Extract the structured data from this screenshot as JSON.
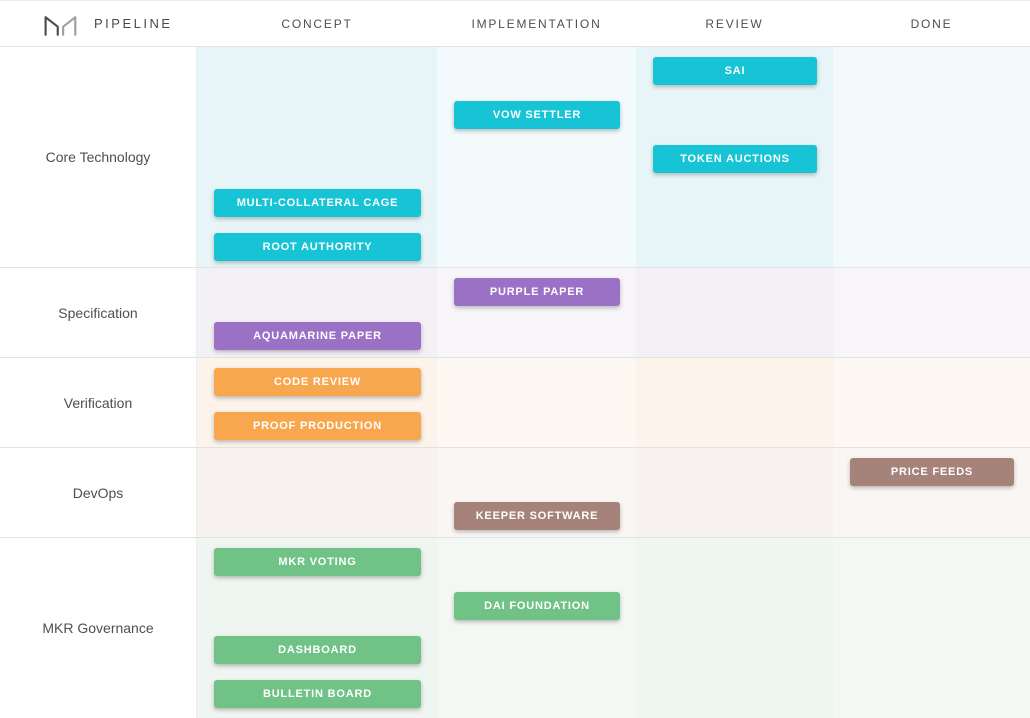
{
  "header": {
    "title": "PIPELINE",
    "columns": [
      "CONCEPT",
      "IMPLEMENTATION",
      "REVIEW",
      "DONE"
    ]
  },
  "palette": {
    "cyan": "#16c4d6",
    "cyan-bg-a": "#e8f5f8",
    "cyan-bg-b": "#f2fafc",
    "purple": "#9b71c6",
    "purple-bg-a": "#f3f1f5",
    "purple-bg-b": "#f7f5f9",
    "orange": "#f8a74f",
    "orange-bg-a": "#fcf3eb",
    "orange-bg-b": "#fdf8f2",
    "brown": "#a5837b",
    "brown-bg-a": "#f8f2f0",
    "brown-bg-b": "#faf6f4",
    "green": "#70c286",
    "green-bg-a": "#eff5f0",
    "green-bg-b": "#f4f8f4"
  },
  "board": {
    "rows": [
      {
        "label": "Core Technology",
        "color": "cyan",
        "cards": [
          {
            "label": "SAI",
            "column": "REVIEW",
            "slot": 0
          },
          {
            "label": "VOW SETTLER",
            "column": "IMPLEMENTATION",
            "slot": 1
          },
          {
            "label": "TOKEN AUCTIONS",
            "column": "REVIEW",
            "slot": 2
          },
          {
            "label": "MULTI-COLLATERAL CAGE",
            "column": "CONCEPT",
            "slot": 3
          },
          {
            "label": "ROOT AUTHORITY",
            "column": "CONCEPT",
            "slot": 4
          }
        ]
      },
      {
        "label": "Specification",
        "color": "purple",
        "cards": [
          {
            "label": "PURPLE PAPER",
            "column": "IMPLEMENTATION",
            "slot": 0
          },
          {
            "label": "AQUAMARINE PAPER",
            "column": "CONCEPT",
            "slot": 1
          }
        ]
      },
      {
        "label": "Verification",
        "color": "orange",
        "cards": [
          {
            "label": "CODE REVIEW",
            "column": "CONCEPT",
            "slot": 0
          },
          {
            "label": "PROOF PRODUCTION",
            "column": "CONCEPT",
            "slot": 1
          }
        ]
      },
      {
        "label": "DevOps",
        "color": "brown",
        "cards": [
          {
            "label": "PRICE FEEDS",
            "column": "DONE",
            "slot": 0
          },
          {
            "label": "KEEPER SOFTWARE",
            "column": "IMPLEMENTATION",
            "slot": 1
          }
        ]
      },
      {
        "label": "MKR Governance",
        "color": "green",
        "cards": [
          {
            "label": "MKR VOTING",
            "column": "CONCEPT",
            "slot": 0
          },
          {
            "label": "DAI FOUNDATION",
            "column": "IMPLEMENTATION",
            "slot": 1
          },
          {
            "label": "DASHBOARD",
            "column": "CONCEPT",
            "slot": 2
          },
          {
            "label": "BULLETIN BOARD",
            "column": "CONCEPT",
            "slot": 3
          }
        ]
      }
    ]
  }
}
